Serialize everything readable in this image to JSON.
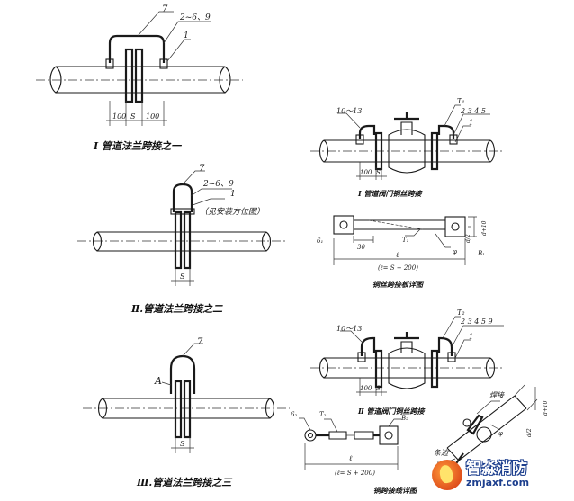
{
  "labels": {
    "part_7": "7",
    "parts_2_6_9": "2~6、9",
    "part_1": "1",
    "dim_100": "100",
    "dim_s": "S",
    "see_install": "（见安装方位图）",
    "label_a": "A",
    "parts_10_13": "10～13",
    "part_t1": "T₁",
    "parts_2345": "2 3 4 5",
    "part_t2": "T₂",
    "parts_23459": "2 3 4 5 9",
    "part_b1": "6₁",
    "part_b1_alt": "B₁",
    "part_t1_small": "T₁",
    "dim_30": "30",
    "dim_l": "ℓ",
    "formula": "(ℓ= S + 200)",
    "dim_d2": "d/2",
    "dim_d10": "d+10",
    "dim_phi": "φ",
    "part_b2": "6₂",
    "part_b2_alt": "B₂",
    "part_t2_small": "T₂",
    "weld": "焊接",
    "side": "条边"
  },
  "captions": {
    "cap1": "Ⅰ 管道法兰跨接之一",
    "cap2": "Ⅱ.管道法兰跨接之二",
    "cap3": "Ⅲ.管道法兰跨接之三",
    "cap_valve1": "Ⅰ 管道阀门铜丝跨接",
    "cap_detail1": "铜丝跨接板详图",
    "cap_valve2": "Ⅱ 管道阀门铜丝跨接",
    "cap_detail2": "铜跨接线详图"
  },
  "watermark": {
    "name": "智淼消防",
    "url": "zmjaxf.com"
  }
}
